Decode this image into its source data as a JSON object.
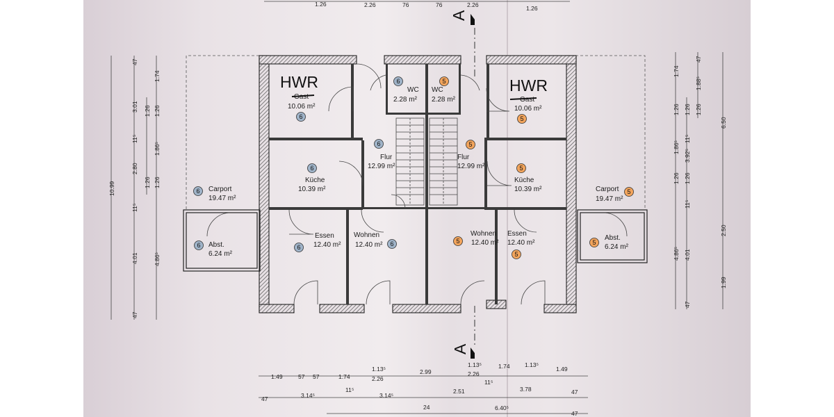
{
  "plan": {
    "hwr_label": "HWR",
    "struck_word": "Gast",
    "rooms_left": {
      "hwr": {
        "area": "10.06 m²",
        "badge": "6"
      },
      "wc": {
        "name": "WC",
        "area": "2.28 m²",
        "badge": "6"
      },
      "flur": {
        "name": "Flur",
        "area": "12.99 m²",
        "badge": "6"
      },
      "kueche": {
        "name": "Küche",
        "area": "10.39 m²",
        "badge": "6"
      },
      "carport": {
        "name": "Carport",
        "area": "19.47 m²",
        "badge": "6"
      },
      "essen": {
        "name": "Essen",
        "area": "12.40 m²",
        "badge": "6"
      },
      "wohnen": {
        "name": "Wohnen",
        "area": "12.40 m²",
        "badge": "6"
      },
      "abst": {
        "name": "Abst.",
        "area": "6.24 m²",
        "badge": "6"
      }
    },
    "rooms_right": {
      "hwr": {
        "area": "10.06 m²",
        "badge": "5"
      },
      "wc": {
        "name": "WC",
        "area": "2.28 m²",
        "badge": "5"
      },
      "flur": {
        "name": "Flur",
        "area": "12.99 m²",
        "badge": "5"
      },
      "kueche": {
        "name": "Küche",
        "area": "10.39 m²",
        "badge": "5"
      },
      "carport": {
        "name": "Carport",
        "area": "19.47 m²",
        "badge": "5"
      },
      "essen": {
        "name": "Essen",
        "area": "12.40 m²",
        "badge": "5"
      },
      "wohnen": {
        "name": "Wohnen",
        "area": "12.40 m²",
        "badge": "5"
      },
      "abst": {
        "name": "Abst.",
        "area": "6.24 m²",
        "badge": "5"
      }
    },
    "section_marker": "A",
    "colors": {
      "badge_left": "#9fb3c8",
      "badge_right": "#f2a45c"
    }
  },
  "dimensions": {
    "top": [
      "1.26",
      "2.26",
      "76",
      "76",
      "2.26",
      "1.26"
    ],
    "bottom_row1": [
      "1.49",
      "57",
      "57",
      "1.74",
      "1.13⁵",
      "2.26",
      "2.99",
      "1.13⁵",
      "2.26",
      "1.74",
      "1.13⁵",
      "1.49"
    ],
    "bottom_row2": [
      "47",
      "3.14⁵",
      "11⁵",
      "3.14⁵",
      "2.51",
      "11⁵",
      "3.78",
      "47"
    ],
    "bottom_row3": [
      "24",
      "6.40⁵",
      "47"
    ],
    "left_outer": [
      "10.99"
    ],
    "left_mid": [
      "47",
      "3.01",
      "11⁵",
      "2.80",
      "11⁵",
      "4.01",
      "47"
    ],
    "left_inner": [
      "1.74",
      "1.26",
      "1.86⁵",
      "1.26",
      "4.86⁵"
    ],
    "left_extra": [
      "1.26",
      "1.26"
    ],
    "right_inner": [
      "1.74",
      "1.26",
      "1.86⁵",
      "1.26",
      "4.86⁵"
    ],
    "right_mid1": [
      "1.26",
      "11⁵",
      "3.92⁵",
      "1.26",
      "11⁵",
      "4.01",
      "47"
    ],
    "right_mid2": [
      "47",
      "1.88⁵",
      "1.26"
    ],
    "right_outer": [
      "6.50",
      "2.50",
      "1.99"
    ]
  }
}
